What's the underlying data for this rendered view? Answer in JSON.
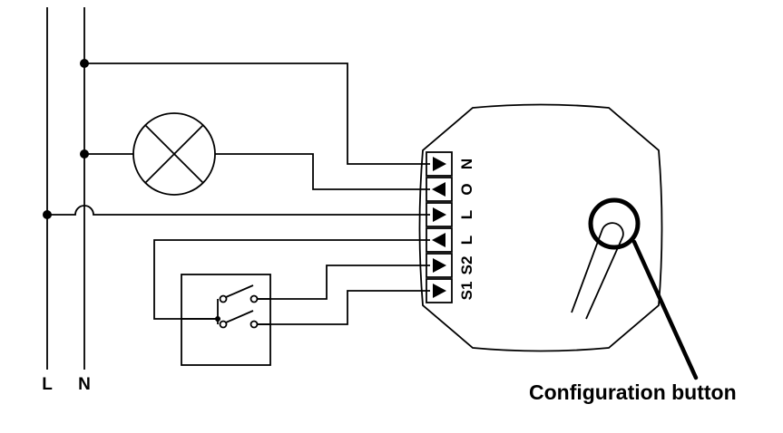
{
  "diagram": {
    "type": "device-wiring-diagram",
    "background_color": "#ffffff",
    "line_color": "#000000",
    "mains": {
      "live_label": "L",
      "neutral_label": "N"
    },
    "device": {
      "terminals": [
        {
          "label": "N",
          "arrow": "right"
        },
        {
          "label": "O",
          "arrow": "left"
        },
        {
          "label": "L",
          "arrow": "right"
        },
        {
          "label": "L",
          "arrow": "left"
        },
        {
          "label": "S2",
          "arrow": "right"
        },
        {
          "label": "S1",
          "arrow": "right"
        }
      ],
      "button_annotation": "Configuration button"
    },
    "components": {
      "lamp_icon": "lamp",
      "switch_icon": "double-wall-switch",
      "button_icon": "configuration-button-with-pin"
    }
  }
}
